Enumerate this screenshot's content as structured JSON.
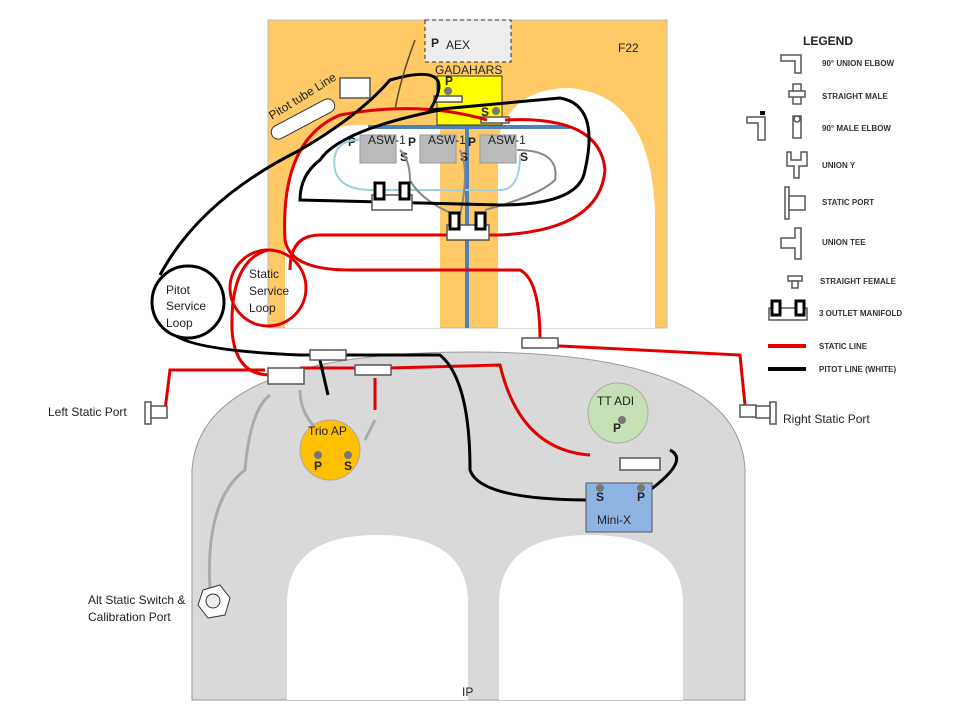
{
  "panels": {
    "upper": "F22",
    "lower": "IP"
  },
  "instruments": {
    "aex": {
      "label": "AEX",
      "port": "P"
    },
    "gadahars": {
      "label": "GADAHARS",
      "pitot": "P",
      "static": "S"
    },
    "asw": [
      {
        "label": "ASW-1",
        "pitot": "P",
        "static": "S"
      },
      {
        "label": "ASW-1",
        "pitot": "P",
        "static": "S"
      },
      {
        "label": "ASW-1",
        "pitot": "P",
        "static": "S"
      }
    ],
    "trio": {
      "label": "Trio AP",
      "pitot": "P",
      "static": "S"
    },
    "ttadi": {
      "label": "TT ADI",
      "pitot": "P"
    },
    "minix": {
      "label": "Mini-X",
      "static": "S",
      "pitot": "P"
    }
  },
  "labels": {
    "pitot_tube": "Pitot tube Line",
    "pitot_loop": [
      "Pitot",
      "Service",
      "Loop"
    ],
    "static_loop": [
      "Static",
      "Service",
      "Loop"
    ],
    "left_static": "Left Static Port",
    "right_static": "Right Static Port",
    "alt_static": [
      "Alt Static Switch &",
      "Calibration Port"
    ]
  },
  "legend": {
    "title": "LEGEND",
    "items": [
      {
        "label": "90° UNION ELBOW",
        "icon": "union-elbow"
      },
      {
        "label": "STRAIGHT MALE",
        "icon": "straight-male"
      },
      {
        "label": "90° MALE ELBOW",
        "icon": "male-elbow"
      },
      {
        "label": "UNION Y",
        "icon": "union-y"
      },
      {
        "label": "STATIC PORT",
        "icon": "static-port"
      },
      {
        "label": "UNION TEE",
        "icon": "union-tee"
      },
      {
        "label": "STRAIGHT FEMALE",
        "icon": "straight-female"
      },
      {
        "label": "3 OUTLET MANIFOLD",
        "icon": "manifold"
      },
      {
        "label": "STATIC LINE",
        "icon": "red-line"
      },
      {
        "label": "PITOT LINE (WHITE)",
        "icon": "black-line"
      }
    ]
  },
  "colors": {
    "static_line": "#e00000",
    "pitot_line": "#000000",
    "f22_panel": "#ffc966",
    "ip_panel": "#d9d9d9",
    "gadahars": "#ffff00",
    "trio": "#ffc000",
    "ttadi": "#c5e0b4",
    "minix": "#8eb4e3",
    "bus": "#4f81bd"
  }
}
